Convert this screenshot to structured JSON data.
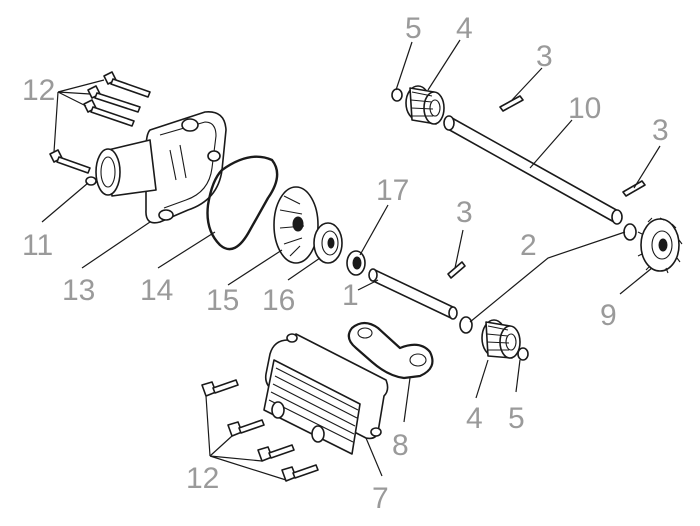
{
  "callouts": [
    {
      "id": "c12a",
      "text": "12"
    },
    {
      "id": "c11",
      "text": "11"
    },
    {
      "id": "c13",
      "text": "13"
    },
    {
      "id": "c14",
      "text": "14"
    },
    {
      "id": "c15",
      "text": "15"
    },
    {
      "id": "c16",
      "text": "16"
    },
    {
      "id": "c17",
      "text": "17"
    },
    {
      "id": "c1",
      "text": "1"
    },
    {
      "id": "c3a",
      "text": "3"
    },
    {
      "id": "c2",
      "text": "2"
    },
    {
      "id": "c9",
      "text": "9"
    },
    {
      "id": "c3b",
      "text": "3"
    },
    {
      "id": "c10",
      "text": "10"
    },
    {
      "id": "c3c",
      "text": "3"
    },
    {
      "id": "c4a",
      "text": "4"
    },
    {
      "id": "c5a",
      "text": "5"
    },
    {
      "id": "c4b",
      "text": "4"
    },
    {
      "id": "c5b",
      "text": "5"
    },
    {
      "id": "c8",
      "text": "8"
    },
    {
      "id": "c7",
      "text": "7"
    },
    {
      "id": "c12b",
      "text": "12"
    }
  ]
}
